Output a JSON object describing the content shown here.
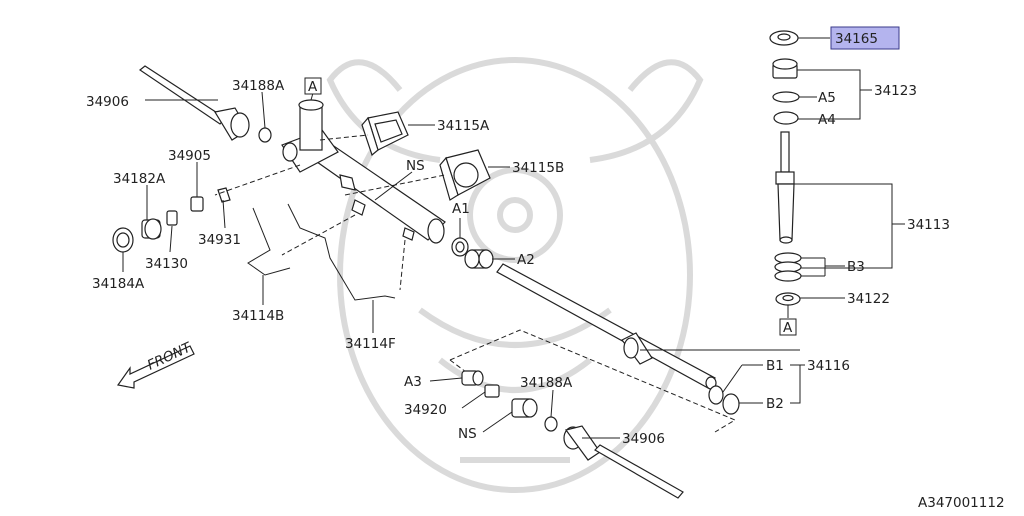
{
  "labels": {
    "p34906_top": "34906",
    "p34188A_top": "34188A",
    "box_A_top": "A",
    "p34115A": "34115A",
    "NS_top": "NS",
    "p34115B": "34115B",
    "p34905": "34905",
    "p34182A": "34182A",
    "p34931": "34931",
    "p34130": "34130",
    "p34184A": "34184A",
    "p34114B": "34114B",
    "p34114F": "34114F",
    "A1": "A1",
    "A2": "A2",
    "front": "FRONT",
    "A3": "A3",
    "p34188A_bot": "34188A",
    "p34920": "34920",
    "NS_bot": "NS",
    "p34906_bot": "34906",
    "p34165": "34165",
    "p34123": "34123",
    "A5": "A5",
    "A4": "A4",
    "p34113": "34113",
    "B3": "B3",
    "p34122": "34122",
    "box_A_right": "A",
    "B1": "B1",
    "p34116": "34116",
    "B2": "B2",
    "diagram_id": "A347001112"
  },
  "colors": {
    "highlight_fill": "#b4b4ee",
    "line": "#222222",
    "watermark": "#dadada"
  }
}
